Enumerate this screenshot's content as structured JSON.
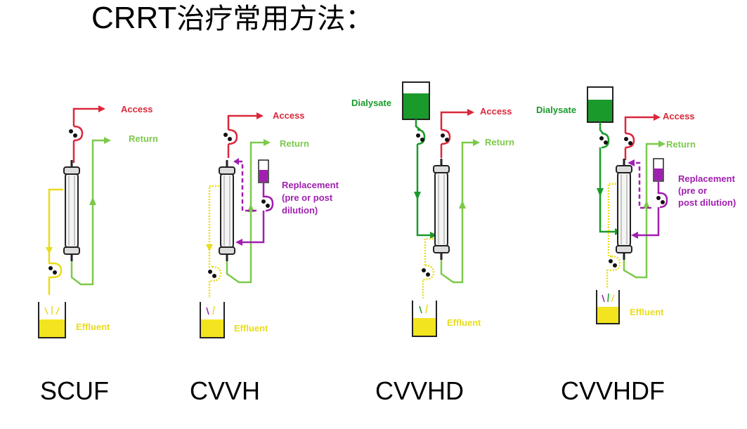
{
  "title": "CRRT治疗常用方法：",
  "labels": {
    "access": "Access",
    "return": "Return",
    "effluent": "Effluent",
    "dialysate": "Dialysate",
    "replacement_1": "Replacement",
    "replacement_2": "(pre or post",
    "replacement_3": "dilution)",
    "replacement_b1": "Replacement",
    "replacement_b2": "(pre or",
    "replacement_b3": "post dilution)"
  },
  "modes": [
    "SCUF",
    "CVVH",
    "CVVHD",
    "CVVHDF"
  ],
  "colors": {
    "access": "#d9283a",
    "return": "#7cc94a",
    "effluent": "#e9dc1c",
    "dialysate": "#1a9a2a",
    "replacement": "#a01fb0"
  }
}
